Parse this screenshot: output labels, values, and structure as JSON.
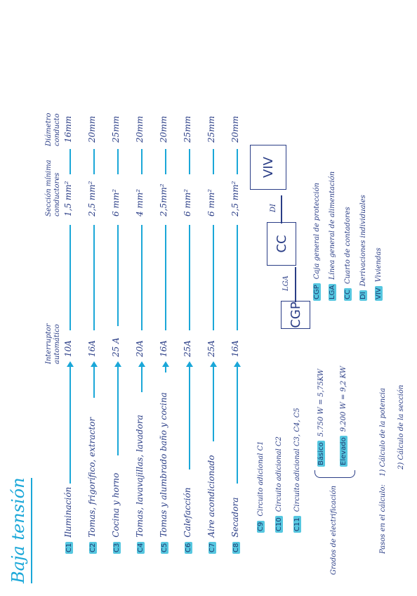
{
  "title": "Baja tensión",
  "columns": {
    "breaker": [
      "Interruptor",
      "automático"
    ],
    "section": [
      "Sección mínima",
      "conductores"
    ],
    "diameter": [
      "Diámetro",
      "conducto"
    ]
  },
  "circuits": [
    {
      "code": "C1",
      "name": "Iluminación",
      "breaker": "10A",
      "section": "1,5 mm²",
      "diameter": "16mm"
    },
    {
      "code": "C2",
      "name": "Tomas, frigorífico, extractor",
      "breaker": "16A",
      "section": "2,5 mm²",
      "diameter": "20mm"
    },
    {
      "code": "C3",
      "name": "Cocina y horno",
      "breaker": "25 A",
      "section": "6 mm²",
      "diameter": "25mm"
    },
    {
      "code": "C4",
      "name": "Tomas, lavavajillas, lavadora",
      "breaker": "20A",
      "section": "4 mm²",
      "diameter": "20mm"
    },
    {
      "code": "C5",
      "name": "Tomas y alumbrado baño y cocina",
      "breaker": "16A",
      "section": "2,5mm²",
      "diameter": "20mm"
    },
    {
      "code": "C6",
      "name": "Calefacción",
      "breaker": "25A",
      "section": "6 mm²",
      "diameter": "25mm"
    },
    {
      "code": "C7",
      "name": "Aire acondicionado",
      "breaker": "25A",
      "section": "6 mm²",
      "diameter": "25mm"
    },
    {
      "code": "C8",
      "name": "Secadora",
      "breaker": "16A",
      "section": "2,5 mm²",
      "diameter": "20mm"
    }
  ],
  "extra_circuits": [
    {
      "code": "C9",
      "name": "Circuito adicional C1"
    },
    {
      "code": "C10",
      "name": "Circuito adicional C2"
    },
    {
      "code": "C11",
      "name": "Circuito adicional C3, C4, C5"
    }
  ],
  "electrification": {
    "label": "Grados de electrificación",
    "items": [
      {
        "name": "Básico",
        "value": "5.750 W = 5,75KW"
      },
      {
        "name": "Elevado",
        "value": "9.200 W = 9,2 KW"
      }
    ]
  },
  "steps": {
    "label": "Pasos en el cálculo:",
    "items": [
      "1) Cálculo de la potencia",
      "2) Cálculo de la sección"
    ]
  },
  "diagram": {
    "boxes": [
      "CGP",
      "CC",
      "VIV"
    ],
    "links": [
      "LGA",
      "DI"
    ]
  },
  "legend": [
    {
      "code": "CGP",
      "text": "Caja general de protección"
    },
    {
      "code": "LGA",
      "text": "Línea general de alimentación"
    },
    {
      "code": "CC",
      "text": "Cuarto de contadores"
    },
    {
      "code": "DI",
      "text": "Derivaciones individuales"
    },
    {
      "code": "VIV",
      "text": "Viviendas"
    }
  ]
}
